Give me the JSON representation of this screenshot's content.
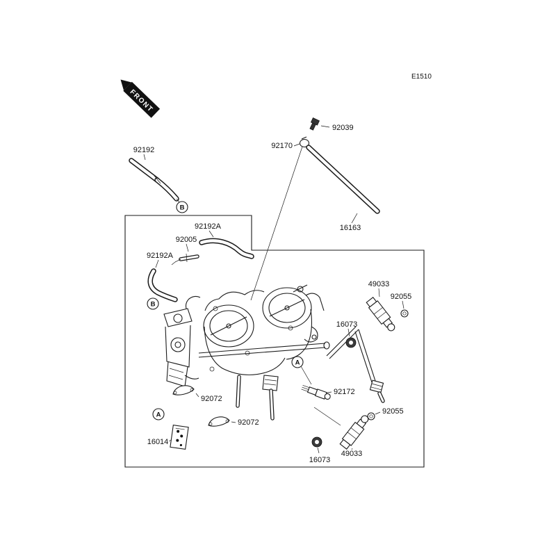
{
  "meta": {
    "code": "E1510",
    "front": "FRONT"
  },
  "colors": {
    "background": "#ffffff",
    "line": "#1a1a1a",
    "seal_fill": "#3a3a3a"
  },
  "parts": {
    "p92039": "92039",
    "p92170": "92170",
    "p92192": "92192",
    "p16163": "16163",
    "p92192a": "92192A",
    "p92005": "92005",
    "p49033": "49033",
    "p92055": "92055",
    "p16073": "16073",
    "p92172": "92172",
    "p92072": "92072",
    "p16014": "16014",
    "refA": "A",
    "refB": "B"
  }
}
